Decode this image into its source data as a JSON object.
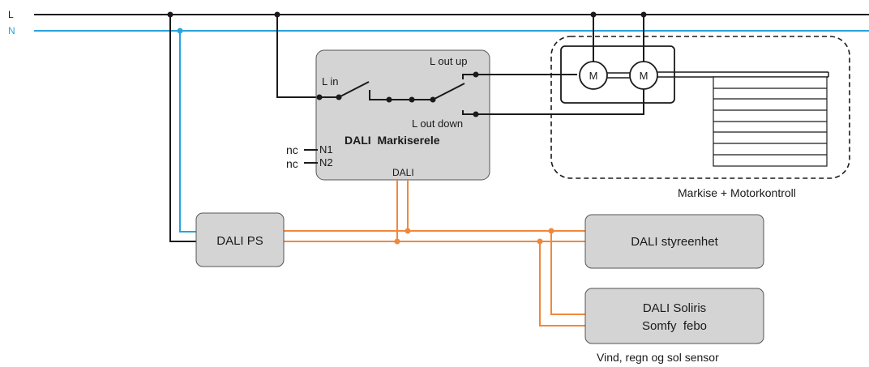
{
  "lines": {
    "l_label": "L",
    "n_label": "N",
    "colors": {
      "live": "#1a1a1a",
      "neutral": "#29a3dc",
      "dali": "#f0883a"
    }
  },
  "relay": {
    "title": "DALI  Markiserele",
    "l_in": "L in",
    "l_out_up": "L out up",
    "l_out_down": "L out down",
    "n1": "N1",
    "n2": "N2",
    "nc1": "nc",
    "nc2": "nc",
    "dali": "DALI"
  },
  "motor": {
    "m1": "M",
    "m2": "M",
    "caption": "Markise + Motorkontroll"
  },
  "ps": {
    "label": "DALI PS"
  },
  "control": {
    "label": "DALI styreenhet"
  },
  "sensor": {
    "line1": "DALI Soliris",
    "line2": "Somfy  febo",
    "caption": "Vind, regn og sol sensor"
  }
}
